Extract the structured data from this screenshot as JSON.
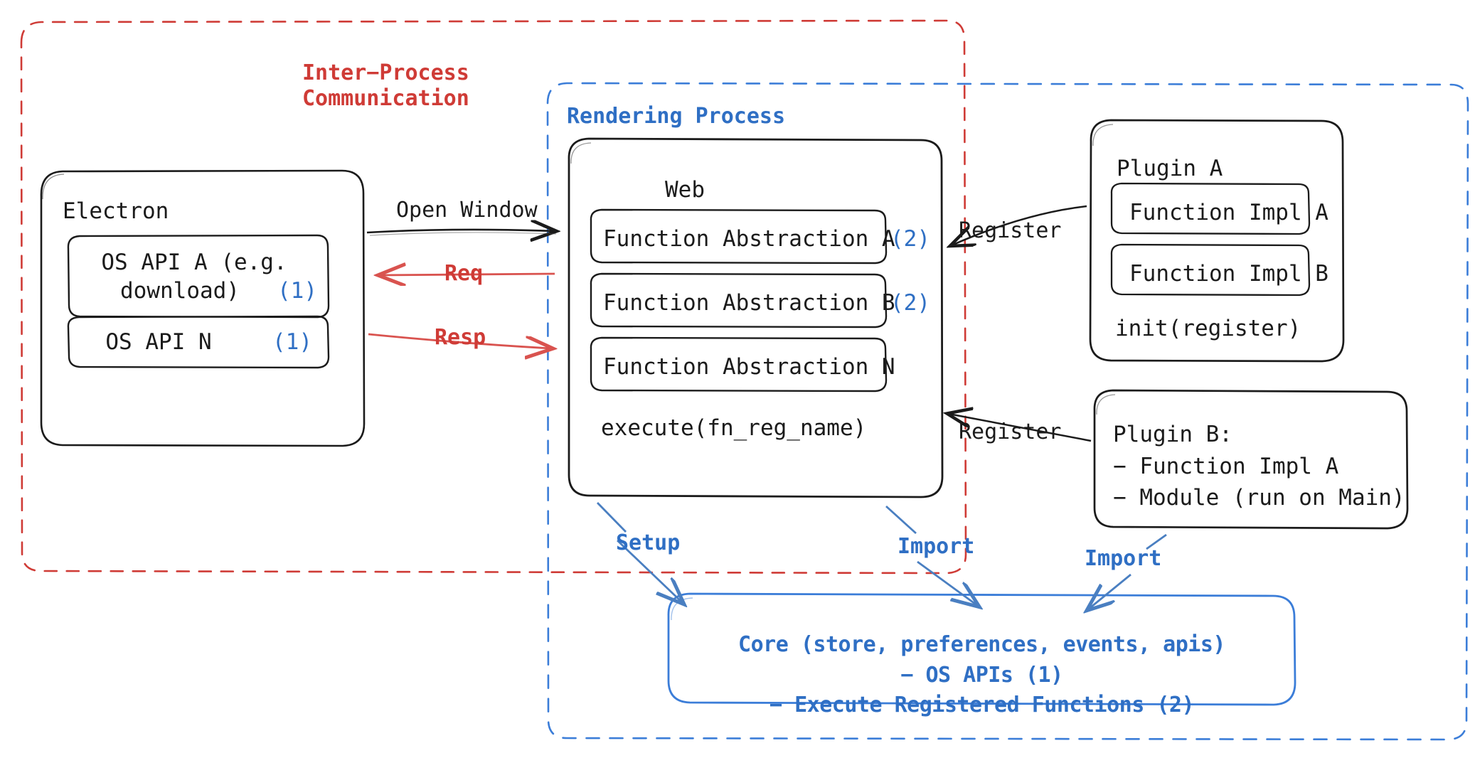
{
  "diagram": {
    "title_ipc": "Inter-Process\nCommunication",
    "title_rendering": "Rendering Process"
  },
  "containers": {
    "ipc": {
      "label": "Inter−Process Communication",
      "line1": "Inter−Process",
      "line2": "Communication",
      "color": "#cf3b36",
      "style": "dashed"
    },
    "rendering": {
      "label": "Rendering Process",
      "color": "#3b7dd8",
      "style": "dashed"
    }
  },
  "electron": {
    "title": "Electron",
    "items": [
      {
        "text": "OS API A (e.g.",
        "text2": "download)",
        "marker": "(1)"
      },
      {
        "text": "OS API N",
        "marker": "(1)"
      }
    ]
  },
  "web": {
    "title": "Web",
    "abstractions": [
      {
        "label": "Function Abstraction A",
        "marker": "(2)"
      },
      {
        "label": "Function Abstraction B",
        "marker": "(2)"
      },
      {
        "label": "Function Abstraction N",
        "marker": ""
      }
    ],
    "footer": "execute(fn_reg_name)"
  },
  "plugin_a": {
    "title": "Plugin A",
    "items": [
      "Function Impl A",
      "Function Impl B"
    ],
    "footer": "init(register)"
  },
  "plugin_b": {
    "title": "Plugin B:",
    "items": [
      "− Function Impl A",
      "− Module (run on Main)"
    ]
  },
  "core": {
    "line1": "Core (store, preferences, events, apis)",
    "line2": "− OS APIs (1)",
    "line3": "− Execute Registered Functions (2)",
    "color": "#2f6fc4"
  },
  "edges": {
    "open_window": {
      "label": "Open Window",
      "color": "#1b1b1b"
    },
    "req": {
      "label": "Req",
      "color": "#d9534f"
    },
    "resp": {
      "label": "Resp",
      "color": "#d9534f"
    },
    "register_a": {
      "label": "Register",
      "color": "#1b1b1b"
    },
    "register_b": {
      "label": "Register",
      "color": "#1b1b1b"
    },
    "setup": {
      "label": "Setup",
      "color": "#2f6fc4"
    },
    "import_web": {
      "label": "Import",
      "color": "#2f6fc4"
    },
    "import_plugin": {
      "label": "Import",
      "color": "#2f6fc4"
    }
  }
}
